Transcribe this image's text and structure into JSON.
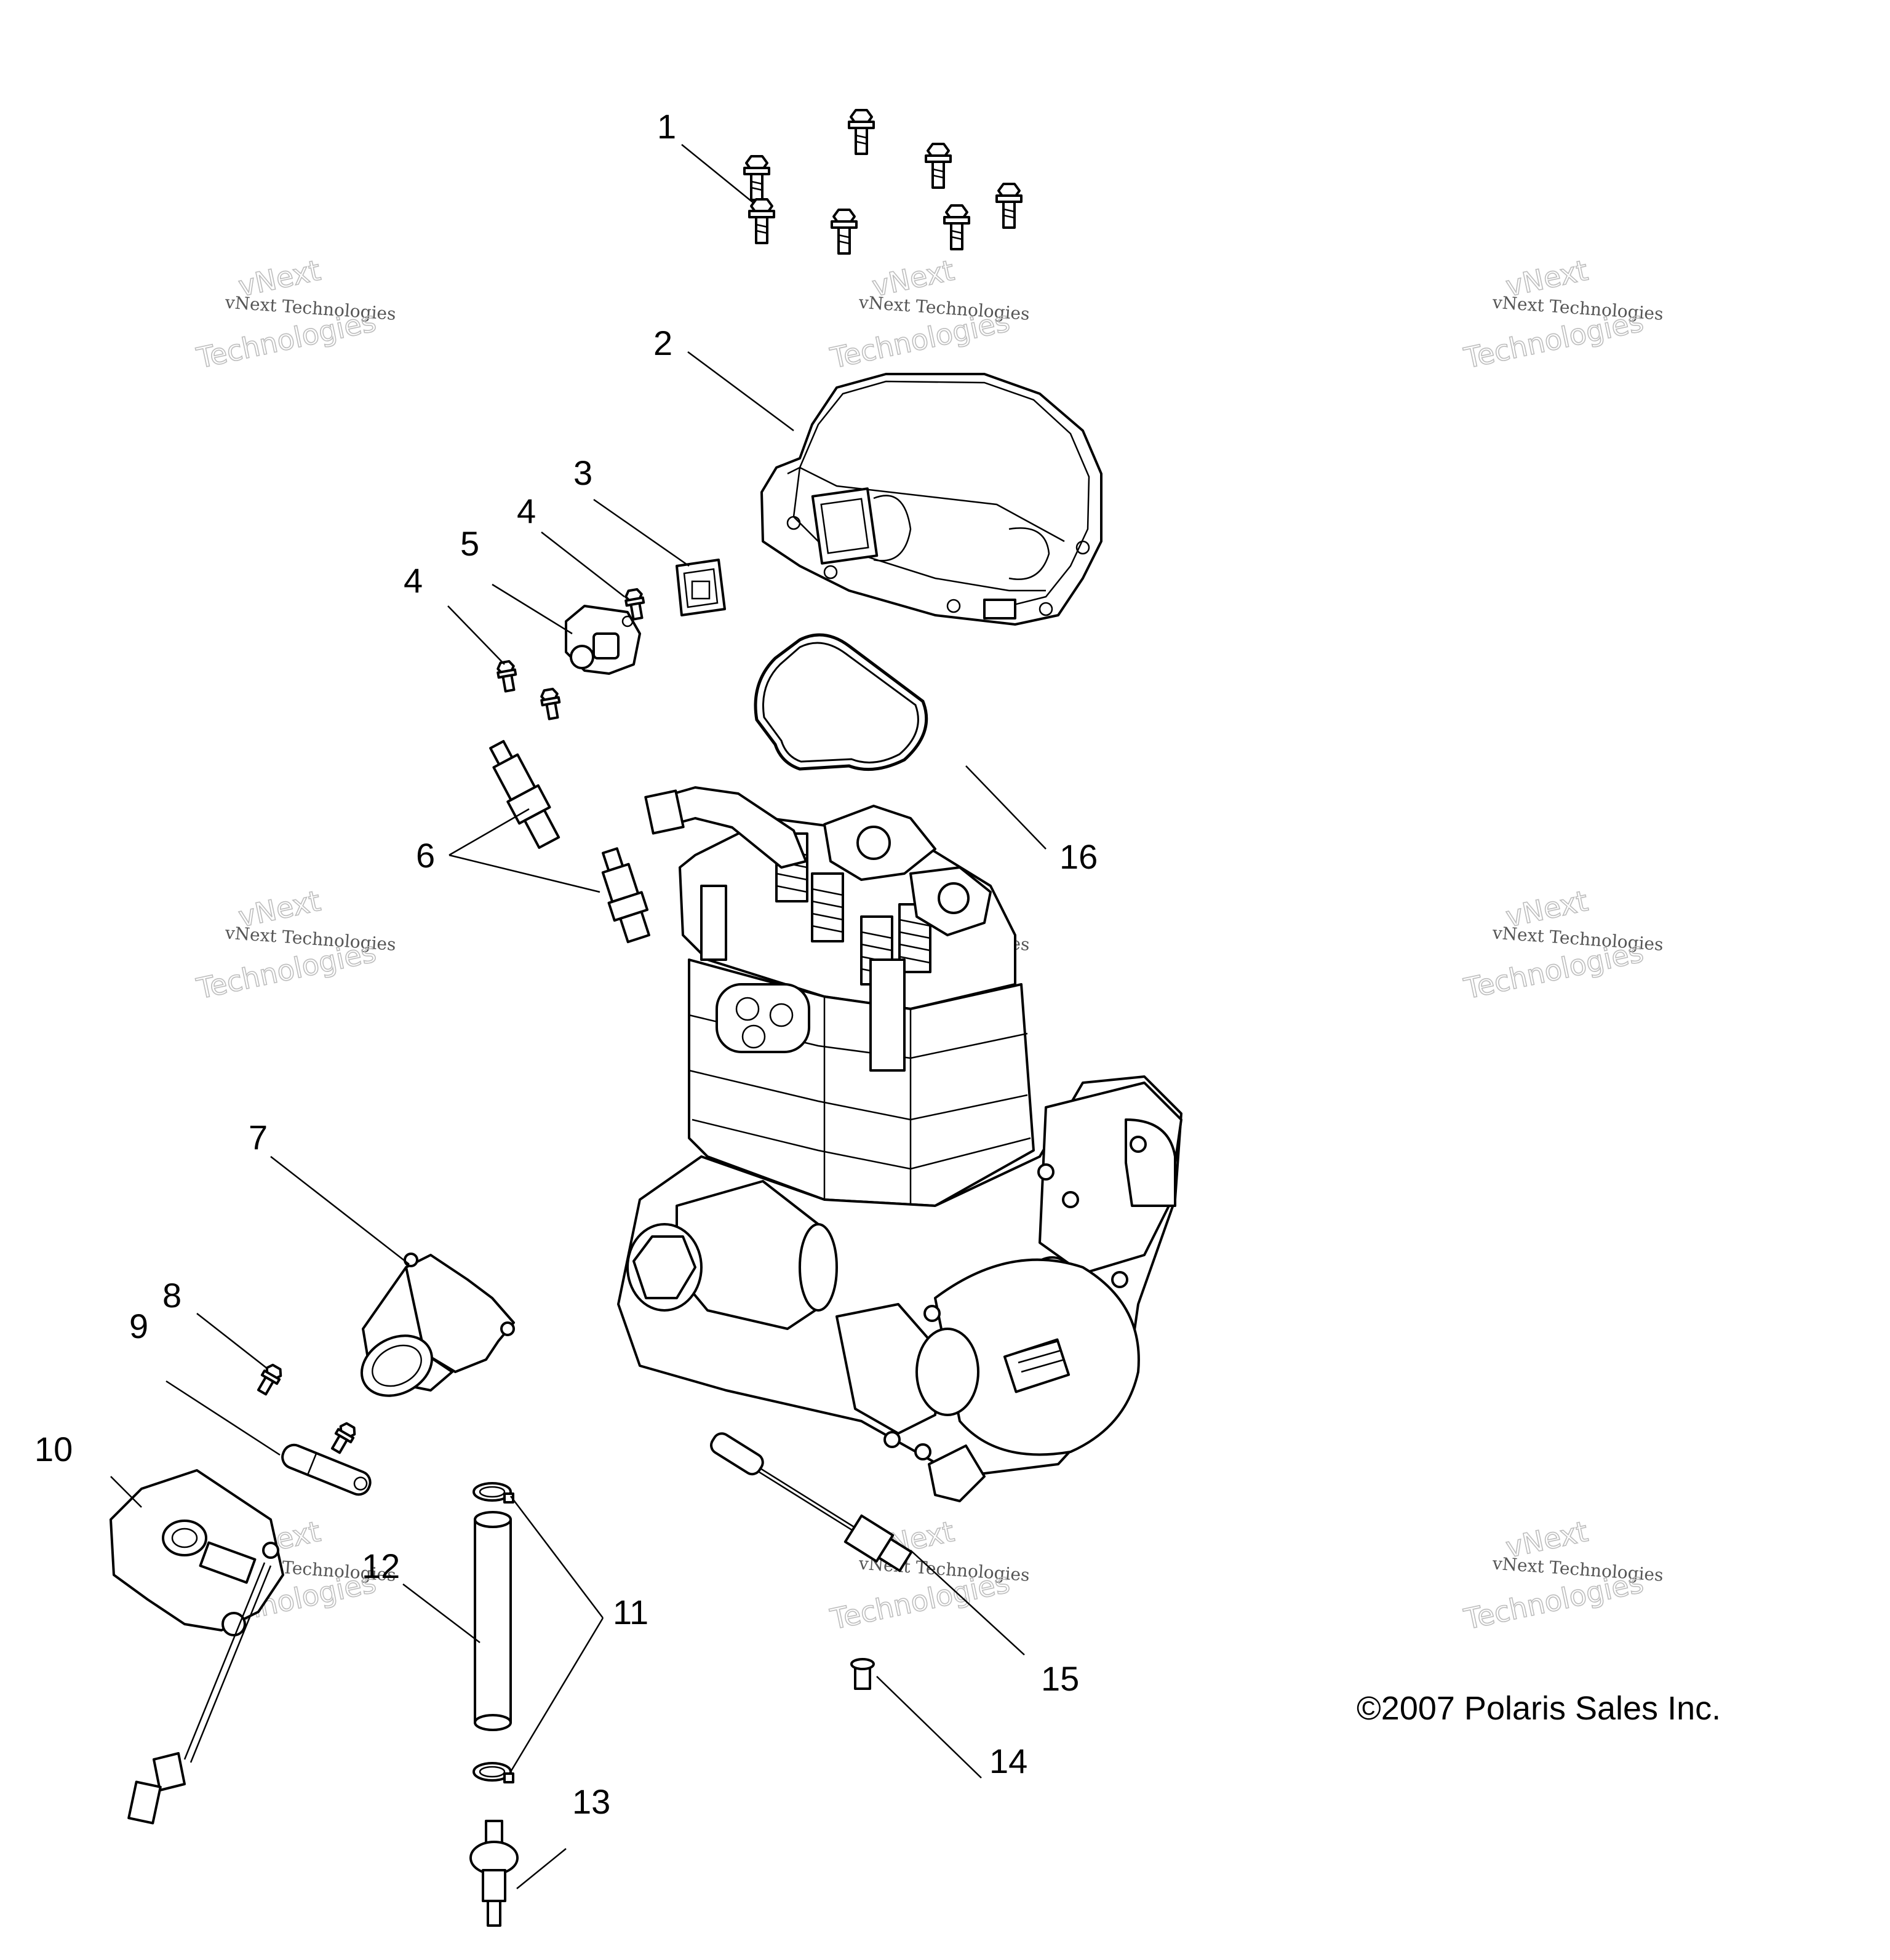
{
  "callouts": [
    {
      "id": "1",
      "label": "1"
    },
    {
      "id": "2",
      "label": "2"
    },
    {
      "id": "3",
      "label": "3"
    },
    {
      "id": "4a",
      "label": "4"
    },
    {
      "id": "4b",
      "label": "4"
    },
    {
      "id": "5",
      "label": "5"
    },
    {
      "id": "6",
      "label": "6"
    },
    {
      "id": "7",
      "label": "7"
    },
    {
      "id": "8",
      "label": "8"
    },
    {
      "id": "9",
      "label": "9"
    },
    {
      "id": "10",
      "label": "10"
    },
    {
      "id": "11",
      "label": "11"
    },
    {
      "id": "12",
      "label": "12"
    },
    {
      "id": "13",
      "label": "13"
    },
    {
      "id": "14",
      "label": "14"
    },
    {
      "id": "15",
      "label": "15"
    },
    {
      "id": "16",
      "label": "16"
    }
  ],
  "copyright": "©2007 Polaris Sales Inc.",
  "watermark": {
    "line1": "vNext",
    "line2": "vNext Technologies",
    "line3": "Technologies"
  }
}
